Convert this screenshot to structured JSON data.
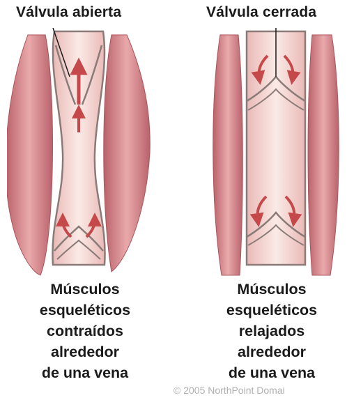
{
  "labels": {
    "left_title": "Válvula abierta",
    "right_title": "Válvula cerrada"
  },
  "captions": {
    "left": [
      "Músculos",
      "esqueléticos",
      "contraídos",
      "alrededor",
      "de una vena"
    ],
    "right": [
      "Músculos",
      "esqueléticos",
      "relajados",
      "alrededor",
      "de una vena"
    ]
  },
  "copyright": "© 2005 NorthPoint Domai",
  "colors": {
    "muscle": "#d98a8e",
    "muscle_dark": "#b9626a",
    "vein": "#f3d8d4",
    "vein_wall": "#8a7b78",
    "arrow": "#c5484a"
  }
}
